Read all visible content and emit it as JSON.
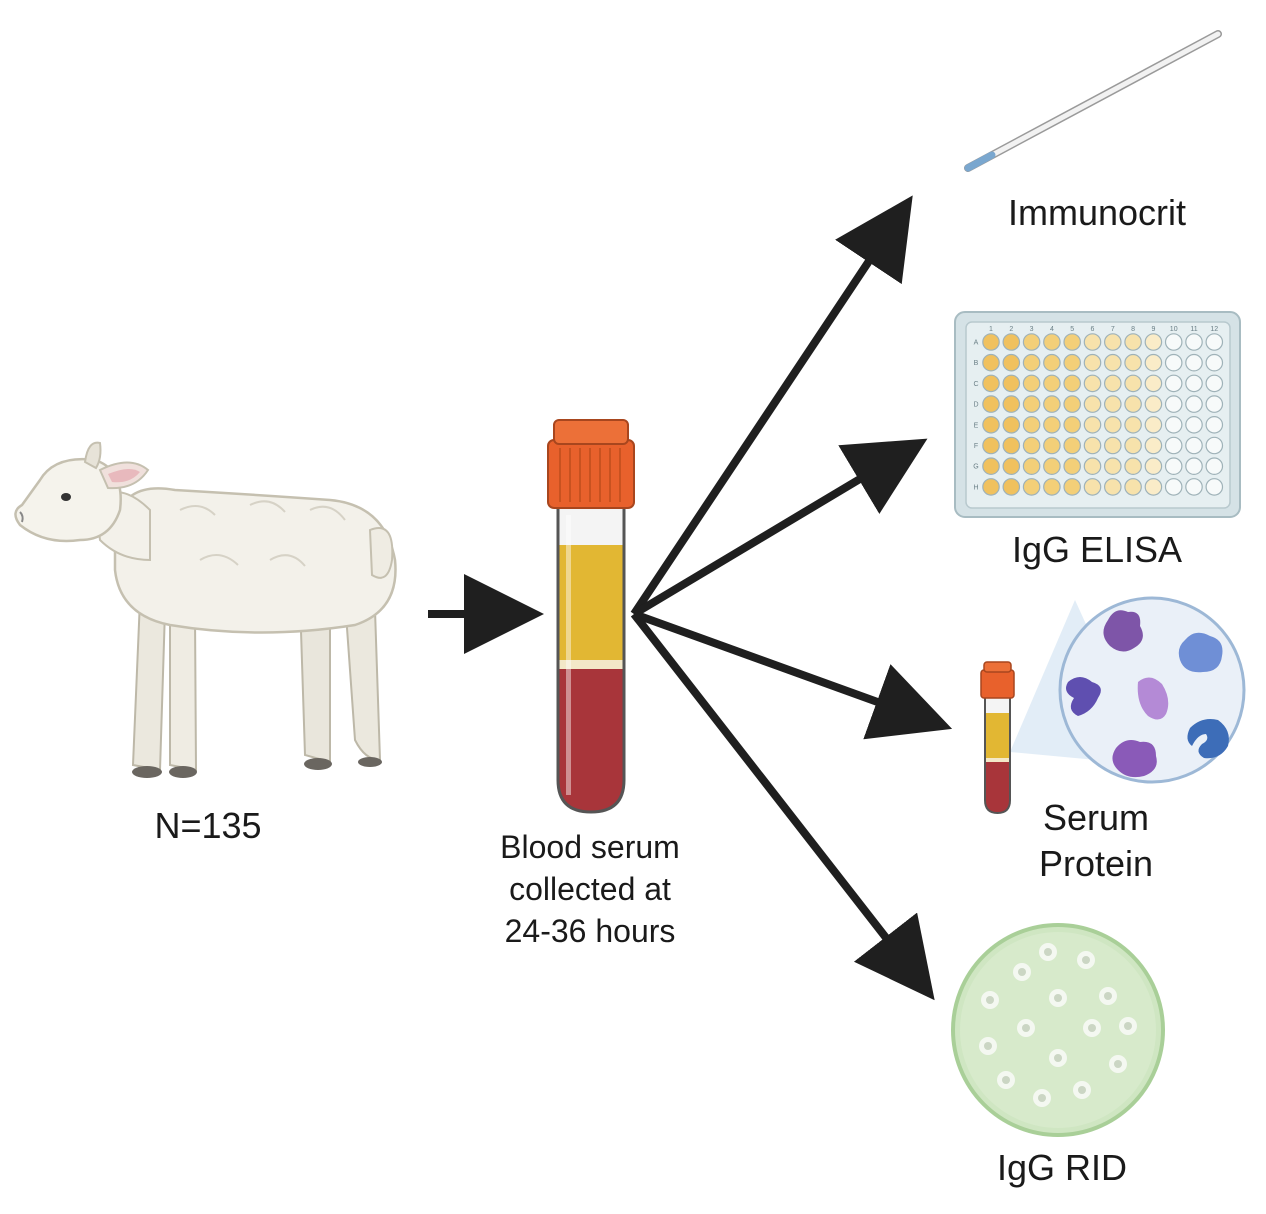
{
  "subject": {
    "count_label": "N=135"
  },
  "sample": {
    "caption_lines": [
      "Blood serum",
      "collected at",
      "24-36 hours"
    ]
  },
  "tests": {
    "immunocrit": {
      "label": "Immunocrit"
    },
    "elisa": {
      "label": "IgG ELISA",
      "column_labels": [
        "1",
        "2",
        "3",
        "4",
        "5",
        "6",
        "7",
        "8",
        "9",
        "10",
        "11",
        "12"
      ],
      "row_labels": [
        "A",
        "B",
        "C",
        "D",
        "E",
        "F",
        "G",
        "H"
      ]
    },
    "serum_protein": {
      "label_lines": [
        "Serum",
        "Protein"
      ]
    },
    "rid": {
      "label": "IgG RID"
    }
  },
  "colors": {
    "arrow": "#1f1f1f",
    "serum": "#e2b733",
    "blood": "#a8353a",
    "cap": "#e8612c",
    "agar": "#cfe6c2",
    "well_fill_dark": "#f0c15e",
    "well_fill_light": "#f7e2ab"
  }
}
